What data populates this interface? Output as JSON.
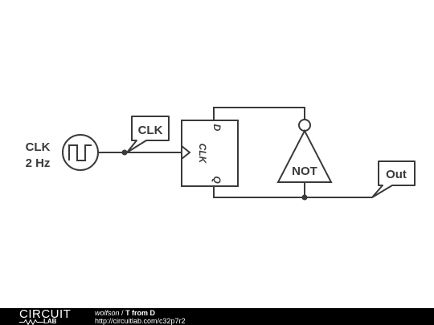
{
  "circuit": {
    "source": {
      "name": "CLK",
      "frequency": "2 Hz"
    },
    "flipflop": {
      "d_pin": "D",
      "clk_pin": "CLK",
      "q_pin": "Q"
    },
    "inverter": {
      "label": "NOT"
    },
    "net_labels": {
      "clk": "CLK",
      "out": "Out"
    }
  },
  "footer": {
    "logo_top": "CIRCUIT",
    "logo_bottom": "LAB",
    "author": "wolfson",
    "separator": "/",
    "title": "T from D",
    "url": "http://circuitlab.com/c32p7r2"
  }
}
